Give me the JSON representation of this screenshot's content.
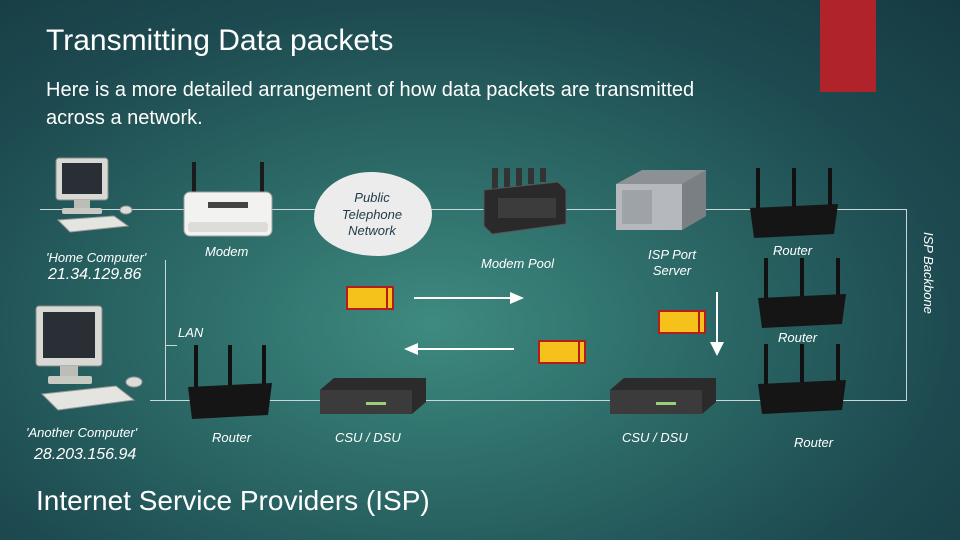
{
  "slide": {
    "title": "Transmitting Data packets",
    "subtitle": "Here is a more detailed arrangement of how data packets are transmitted across a network.",
    "footer": "Internet Service Providers (ISP)"
  },
  "diagram": {
    "cloud_label": "Public\nTelephone\nNetwork",
    "labels": {
      "home_computer": "'Home Computer'",
      "home_ip": "21.34.129.86",
      "modem": "Modem",
      "modem_pool": "Modem Pool",
      "isp_port_server": "ISP Port\nServer",
      "router_top": "Router",
      "router_mid": "Router",
      "lan": "LAN",
      "another_computer": "'Another Computer'",
      "another_ip": "28.203.156.94",
      "router_bottom_left": "Router",
      "csu_dsu_left": "CSU / DSU",
      "csu_dsu_right": "CSU / DSU",
      "router_bottom_right": "Router",
      "isp_backbone": "ISP Backbone"
    }
  },
  "colors": {
    "accent": "#b0232a",
    "packet_fill": "#f4c21a",
    "packet_border": "#b51d1d",
    "line": "#c8d8d8",
    "cloud": "#ececec"
  },
  "icons": [
    "desktop-computer-icon",
    "modem-icon",
    "modem-pool-icon",
    "server-icon",
    "router-icon",
    "csu-dsu-icon",
    "arrow-right-icon",
    "arrow-left-icon",
    "arrow-down-icon"
  ]
}
